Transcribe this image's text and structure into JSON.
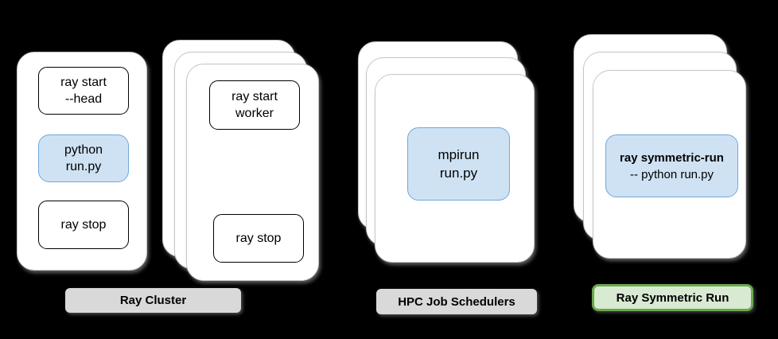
{
  "title": "Ray cluster launch comparison diagram",
  "colors": {
    "bg": "#000000",
    "card-fill": "#ffffff",
    "card-border": "#c6c6c6",
    "hl-fill": "#cfe2f3",
    "hl-border": "#6fa8dc",
    "plain-border": "#000000",
    "gray-badge": "#d9d9d9",
    "green-badge": "#d9ead3",
    "green-border": "#6aa84f",
    "text": "#000000"
  },
  "stacks": [
    {
      "id": "head-node",
      "layers": 1,
      "boxes": [
        {
          "kind": "plain",
          "lines": [
            "ray start",
            "--head"
          ]
        },
        {
          "kind": "highlight",
          "lines": [
            "python",
            "run.py"
          ]
        },
        {
          "kind": "plain",
          "lines": [
            "ray stop"
          ]
        }
      ]
    },
    {
      "id": "worker-nodes",
      "layers": 3,
      "boxes": [
        {
          "kind": "plain",
          "lines": [
            "ray start",
            "worker"
          ]
        },
        {
          "kind": "plain",
          "lines": [
            "ray stop"
          ]
        }
      ]
    },
    {
      "id": "hpc-job-schedulers",
      "layers": 3,
      "boxes": [
        {
          "kind": "highlight",
          "lines": [
            "mpirun",
            "run.py"
          ]
        }
      ]
    },
    {
      "id": "ray-symmetric-run",
      "layers": 3,
      "boxes": [
        {
          "kind": "highlight",
          "lines": [
            "ray symmetric-run",
            "-- python run.py"
          ],
          "bold_first": true
        }
      ]
    }
  ],
  "badges": [
    {
      "label": "Ray Cluster",
      "variant": "gray"
    },
    {
      "label": "HPC Job Schedulers",
      "variant": "gray"
    },
    {
      "label": "Ray Symmetric Run",
      "variant": "green"
    }
  ]
}
